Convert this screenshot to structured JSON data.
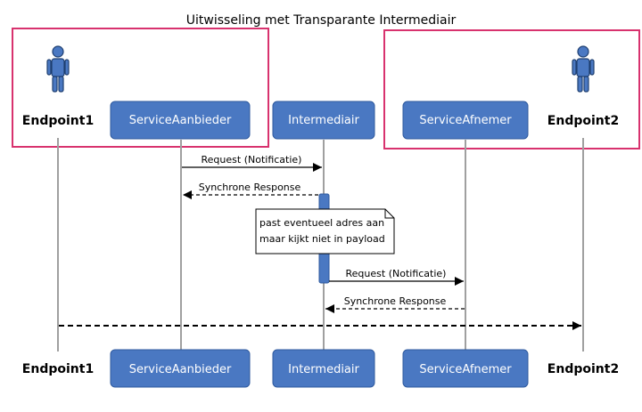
{
  "diagram": {
    "title": "Uitwisseling met Transparante Intermediair",
    "participants": [
      {
        "id": "endpoint1",
        "label": "Endpoint1",
        "kind": "actor"
      },
      {
        "id": "serviceaanbieder",
        "label": "ServiceAanbieder",
        "kind": "participant"
      },
      {
        "id": "intermediair",
        "label": "Intermediair",
        "kind": "participant"
      },
      {
        "id": "serviceafnemer",
        "label": "ServiceAfnemer",
        "kind": "participant"
      },
      {
        "id": "endpoint2",
        "label": "Endpoint2",
        "kind": "actor"
      }
    ],
    "messages": [
      {
        "id": "request-1",
        "from": "serviceaanbieder",
        "to": "intermediair",
        "label": "Request (Notificatie)",
        "style": "solid"
      },
      {
        "id": "response-1",
        "from": "intermediair",
        "to": "serviceaanbieder",
        "label": "Synchrone Response",
        "style": "dashed"
      },
      {
        "id": "request-2",
        "from": "intermediair",
        "to": "serviceafnemer",
        "label": "Request (Notificatie)",
        "style": "solid"
      },
      {
        "id": "response-2",
        "from": "serviceafnemer",
        "to": "intermediair",
        "label": "Synchrone Response",
        "style": "dashed"
      },
      {
        "id": "endpoint-flow",
        "from": "endpoint1",
        "to": "endpoint2",
        "label": "",
        "style": "dashed"
      }
    ],
    "note": {
      "lines": [
        "past eventueel adres aan",
        "maar kijkt niet in payload"
      ]
    },
    "colors": {
      "participant_fill": "#4A78C2",
      "participant_border": "#2F5A9E",
      "group_border": "#D8326E",
      "lifeline": "#A0A0A0",
      "activation": "#4A78C2",
      "note_fill": "#FFFFFF",
      "actor_fill": "#4A78C2"
    }
  }
}
